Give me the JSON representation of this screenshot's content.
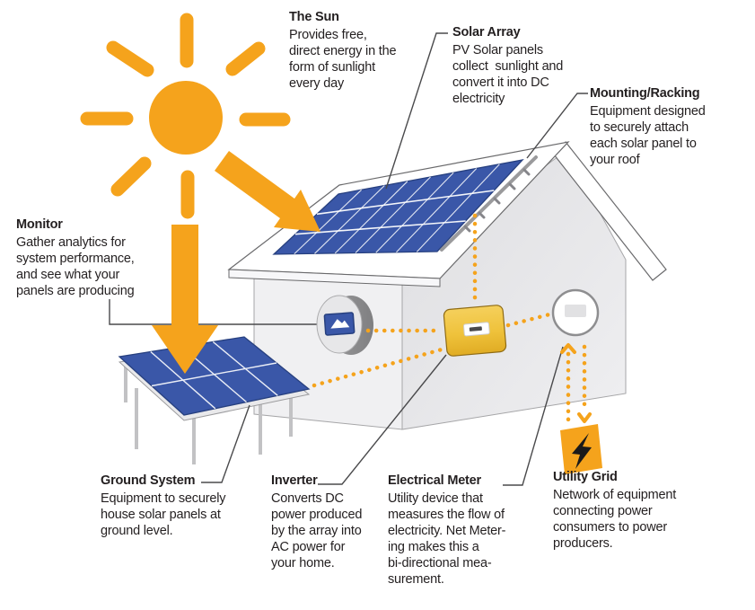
{
  "diagram": {
    "subject": "Residential solar power system components",
    "colors": {
      "accent_orange": "#F5A31C",
      "panel_blue": "#3A57A8",
      "panel_grid_white": "#FFFFFF",
      "house_wall_gray": "#E6E6E8",
      "roof_white": "#FFFFFF",
      "inverter_yellow": "#EFC23B",
      "meter_white": "#FFFFFF",
      "bolt_black": "#1A1A1A",
      "text": "#231F20",
      "leader_line": "#4A4A4C"
    },
    "icons": [
      "sun-icon",
      "sun-ray-icon",
      "arrow-diagonal-icon",
      "arrow-down-icon",
      "house-illustration",
      "roof-solar-array-icon",
      "mounting-rail-icon",
      "ground-solar-array-icon",
      "monitor-device-icon",
      "inverter-device-icon",
      "electrical-meter-icon",
      "utility-grid-lightning-icon",
      "dotted-flow-line",
      "arrow-up-chevron-icon",
      "arrow-down-chevron-icon"
    ]
  },
  "labels": [
    {
      "id": "the-sun",
      "title": "The Sun",
      "description": "Provides free,\ndirect energy in the\nform of sunlight\nevery day"
    },
    {
      "id": "solar-array",
      "title": "Solar Array",
      "description": "PV Solar panels\ncollect  sunlight and\nconvert it into DC\nelectricity"
    },
    {
      "id": "mounting-racking",
      "title": "Mounting/Racking",
      "description": "Equipment designed\nto securely attach\neach solar panel to\nyour roof"
    },
    {
      "id": "monitor",
      "title": "Monitor",
      "description": "Gather analytics for\nsystem performance,\nand see what your\npanels are producing"
    },
    {
      "id": "ground-system",
      "title": "Ground System",
      "description": "Equipment to securely\nhouse solar panels at\nground level."
    },
    {
      "id": "inverter",
      "title": "Inverter",
      "description": "Converts DC\npower produced\nby the array into\nAC power for\nyour home."
    },
    {
      "id": "electrical-meter",
      "title": "Electrical Meter",
      "description": "Utility device that\nmeasures the flow of\nelectricity. Net Meter-\ning makes this a\nbi-directional mea-\nsurement."
    },
    {
      "id": "utility-grid",
      "title": "Utility Grid",
      "description": "Network of equipment\nconnecting power\nconsumers to power\nproducers."
    }
  ]
}
